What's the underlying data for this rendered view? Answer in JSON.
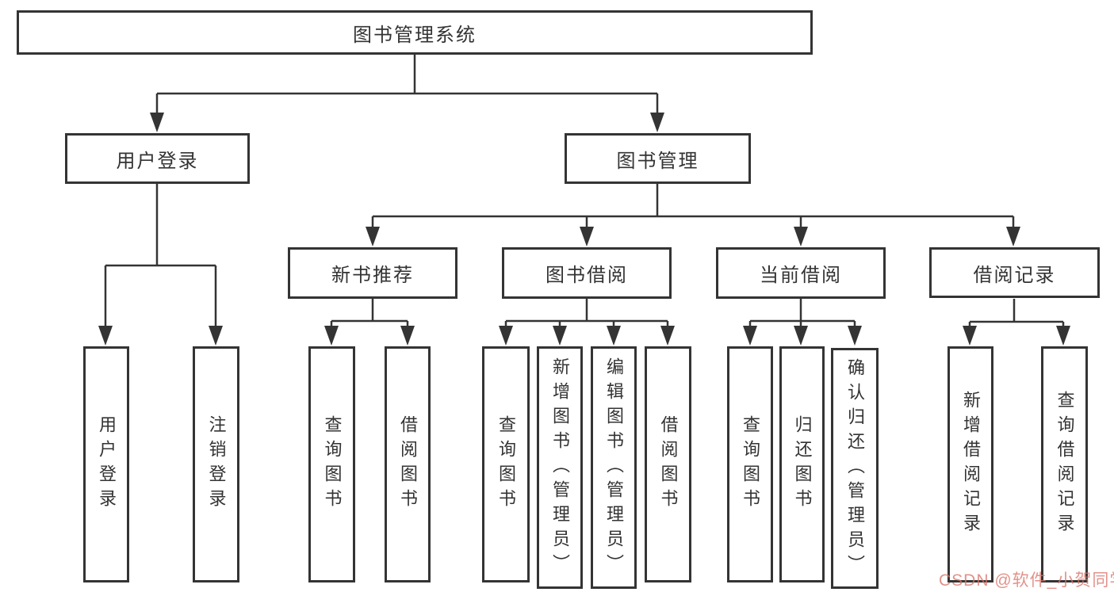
{
  "diagram": {
    "root": {
      "label": "图书管理系统"
    },
    "level2": [
      {
        "label": "用户登录"
      },
      {
        "label": "图书管理"
      }
    ],
    "level3": [
      {
        "label": "新书推荐"
      },
      {
        "label": "图书借阅"
      },
      {
        "label": "当前借阅"
      },
      {
        "label": "借阅记录"
      }
    ],
    "leaves": [
      {
        "label": "用户登录"
      },
      {
        "label": "注销登录"
      },
      {
        "label": "查询图书"
      },
      {
        "label": "借阅图书"
      },
      {
        "label": "查询图书"
      },
      {
        "label": "新增图书（管理员）"
      },
      {
        "label": "编辑图书（管理员）"
      },
      {
        "label": "借阅图书"
      },
      {
        "label": "查询图书"
      },
      {
        "label": "归还图书"
      },
      {
        "label": "确认归还（管理员）"
      },
      {
        "label": "新增借阅记录"
      },
      {
        "label": "查询借阅记录"
      }
    ],
    "colors": {
      "line": "#343434",
      "text": "#333333",
      "watermark": "#d97369"
    }
  },
  "watermark": {
    "label": "CSDN @软件_小贺同学"
  }
}
